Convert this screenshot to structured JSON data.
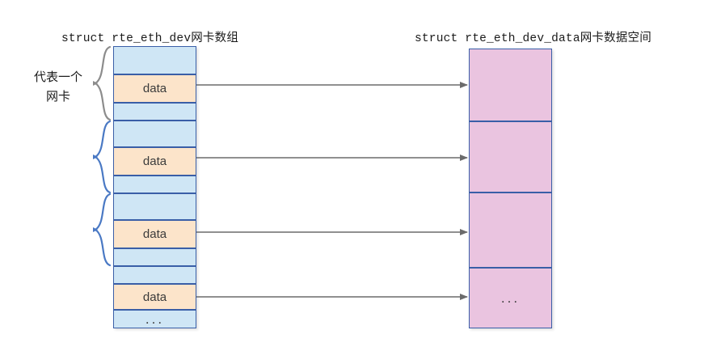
{
  "diagram": {
    "titles": {
      "left": "struct rte_eth_dev网卡数组",
      "right": "struct rte_eth_dev_data网卡数据空间"
    },
    "side_label": {
      "line1": "代表一个",
      "line2": "网卡"
    },
    "colors": {
      "blue_cell": "#cfe6f5",
      "orange_cell": "#fce4ca",
      "pink_cell": "#eac4e0",
      "cell_border": "#3a5fa8",
      "arrow": "#6b6b6b",
      "brace_gray": "#8c8c8c",
      "brace_blue": "#4a79c4",
      "text": "#333333"
    },
    "left_column": {
      "name": "rte_eth_dev array",
      "cells": [
        {
          "type": "blue",
          "label": ""
        },
        {
          "type": "orange",
          "label": "data"
        },
        {
          "type": "blue",
          "label": ""
        },
        {
          "type": "blue",
          "label": ""
        },
        {
          "type": "orange",
          "label": "data"
        },
        {
          "type": "blue",
          "label": ""
        },
        {
          "type": "blue",
          "label": ""
        },
        {
          "type": "orange",
          "label": "data"
        },
        {
          "type": "blue",
          "label": ""
        },
        {
          "type": "blue",
          "label": ""
        },
        {
          "type": "orange",
          "label": "data"
        },
        {
          "type": "blue",
          "label": "..."
        }
      ]
    },
    "right_column": {
      "name": "rte_eth_dev_data space",
      "cells": [
        {
          "type": "pink",
          "label": ""
        },
        {
          "type": "pink",
          "label": ""
        },
        {
          "type": "pink",
          "label": ""
        },
        {
          "type": "pink",
          "label": "..."
        }
      ]
    },
    "arrows": [
      {
        "from": "data-cell-1",
        "to": "pink-cell-1"
      },
      {
        "from": "data-cell-2",
        "to": "pink-cell-2"
      },
      {
        "from": "data-cell-3",
        "to": "pink-cell-3"
      },
      {
        "from": "data-cell-4",
        "to": "pink-cell-4"
      }
    ],
    "braces": [
      {
        "color": "gray",
        "groups": "cells 1-3"
      },
      {
        "color": "blue",
        "groups": "cells 4-6"
      },
      {
        "color": "blue",
        "groups": "cells 7-9"
      }
    ]
  }
}
